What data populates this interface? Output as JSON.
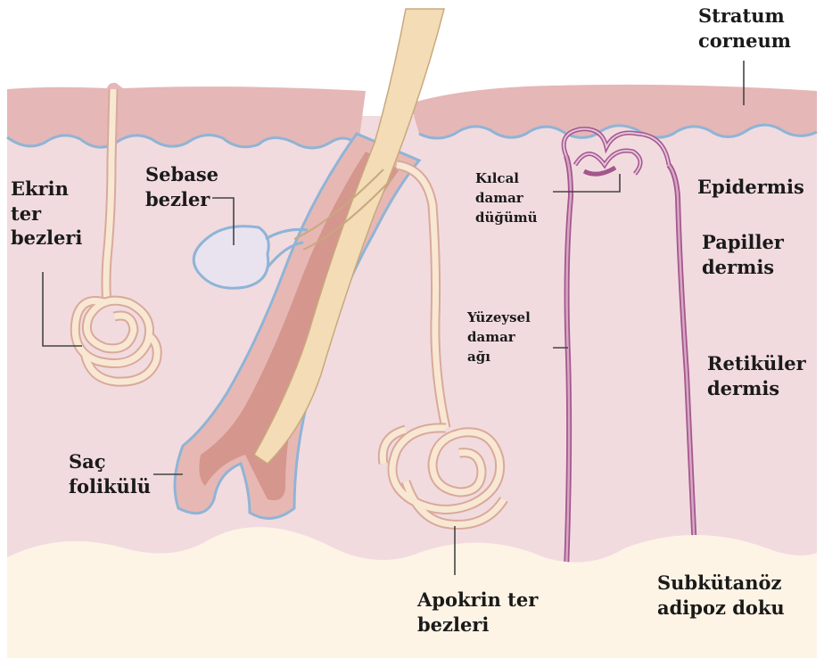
{
  "labels": {
    "stratum_corneum": [
      "Stratum",
      "corneum"
    ],
    "epidermis": [
      "Epidermis"
    ],
    "papiller_dermis": [
      "Papiller",
      "dermis"
    ],
    "retikuler_dermis": [
      "Retiküler",
      "dermis"
    ],
    "subkutanoz": [
      "Subkütanöz",
      "adipoz doku"
    ],
    "apokrin": [
      "Apokrin ter",
      "bezleri"
    ],
    "yuzeysel": [
      "Yüzeysel",
      "damar",
      "ağı"
    ],
    "kilcal": [
      "Kılcal",
      "damar",
      "düğümü"
    ],
    "sebase": [
      "Sebase",
      "bezler"
    ],
    "ekrin": [
      "Ekrin",
      "ter",
      "bezleri"
    ],
    "sac": [
      "Saç",
      "folikülü"
    ]
  },
  "colors": {
    "dermis": "#f1dbdf",
    "epidermis": "#e5b7b6",
    "basement_line": "#8fb4d6",
    "fat": "#fdf4e6",
    "gland": "#f8e8d3",
    "hair_shaft": "#f3dcb6",
    "follicle": "#d5968e",
    "vessel": "#a4568c",
    "sebaceous": "#e9e3ef",
    "leader": "#444444"
  }
}
